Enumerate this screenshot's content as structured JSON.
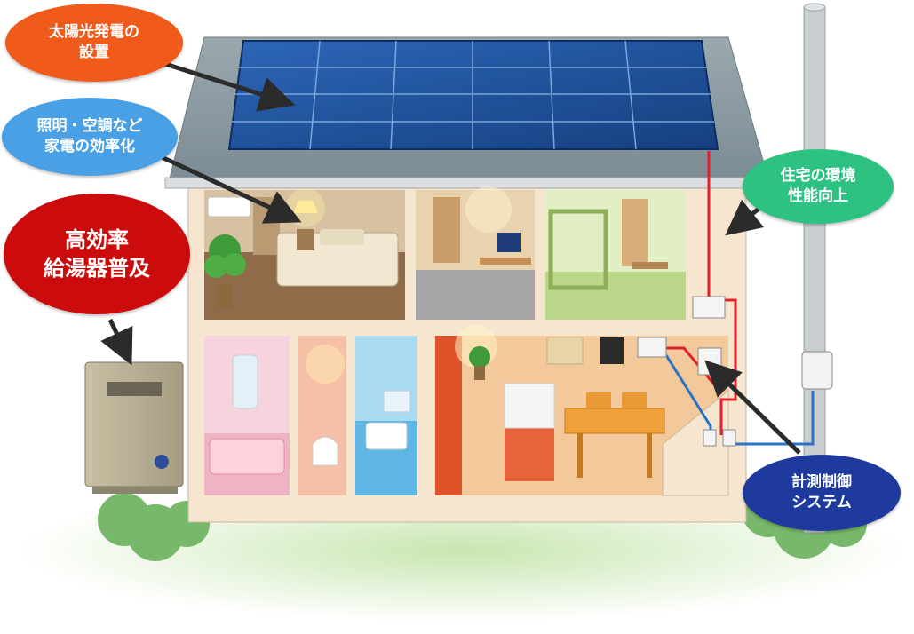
{
  "callouts": {
    "solar": {
      "line1": "太陽光発電の",
      "line2": "設置",
      "color": "#f05a1a"
    },
    "light": {
      "line1": "照明・空調など",
      "line2": "家電の効率化",
      "color": "#4aa0e4"
    },
    "heater": {
      "line1": "高効率",
      "line2": "給湯器普及",
      "color": "#cc0c0c"
    },
    "housing": {
      "line1": "住宅の環境",
      "line2": "性能向上",
      "color": "#2ec282"
    },
    "measure": {
      "line1": "計測制御",
      "line2": "システム",
      "color": "#1e3a9c"
    }
  },
  "colors": {
    "roof": "#8a9aa2",
    "solar_panel": "#1d4f9c",
    "wall": "#f6e6d0",
    "ground": "#cfe8b8",
    "power_line": "#e0202a",
    "water_line": "#2a72c8"
  },
  "icons": [
    "solar-panel-icon",
    "water-heater-icon",
    "lamp-icon",
    "plant-icon",
    "sensor-box-icon",
    "arrow-icon"
  ]
}
